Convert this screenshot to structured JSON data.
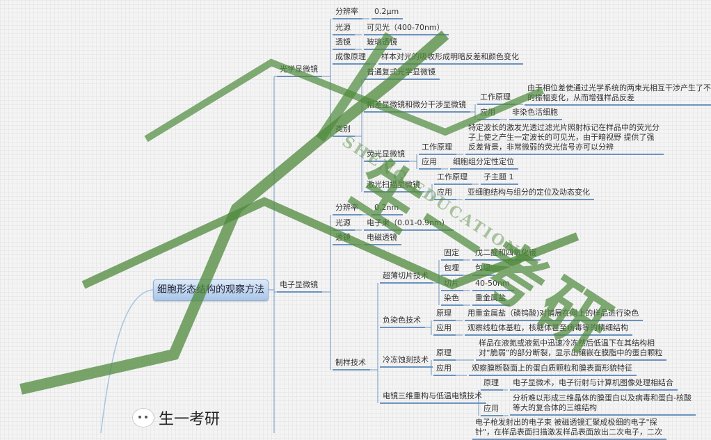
{
  "mindmap": {
    "root": "细胞形态结构的观察方法",
    "light": "光学显微镜",
    "l_res": "分辨率",
    "l_res_v": "0.2μm",
    "l_src": "光源",
    "l_src_v": "可见光（400-70nm）",
    "l_lens": "透镜",
    "l_lens_v": "玻璃透镜",
    "l_img": "成像原理",
    "l_img_v": "样本对光的吸收形成明暗反差和颜色变化",
    "l_cat": "类别",
    "l_common": "普通复式光学显微镜",
    "l_phase": "相差显微镜和微分干涉显微镜",
    "l_phase_wp": "工作原理",
    "l_phase_wp_v": "由于相位差使通过光学系统的两束光相互干涉产生了不同\n的振幅变化，从而增强样品反差",
    "l_phase_app": "应用",
    "l_phase_app_v": "非染色活细胞",
    "l_fluo": "荧光显微镜",
    "l_fluo_wp": "工作原理",
    "l_fluo_wp_v": "特定波长的激发光透过滤光片照射标记在样品中的荧光分\n子上使之产生一定波长的可见光，由于暗视野 提供了强\n反差背景，非常微弱的荧光信号亦可以分辨",
    "l_fluo_app": "应用",
    "l_fluo_app_v": "细胞组分定性定位",
    "l_laser": "激光扫描显微镜",
    "l_laser_wp": "工作原理",
    "l_laser_wp_v": "子主题 1",
    "l_laser_app": "应用",
    "l_laser_app_v": "亚细胞结构与组分的定位及动态变化",
    "em": "电子显微镜",
    "e_res": "分辨率",
    "e_res_v": "0.2nm",
    "e_src": "光源",
    "e_src_v": "电子束（0.01-0.9nm）",
    "e_lens": "透镜",
    "e_lens_v": "电磁透镜",
    "e_prep": "制样技术",
    "e_ultra": "超薄切片技术",
    "e_fix": "固定",
    "e_fix_v": "戊二醛和四氧化锇",
    "e_emb": "包埋",
    "e_emb_v": "包埋",
    "e_cut": "切片",
    "e_cut_v": "40-50nm",
    "e_stain": "染色",
    "e_stain_v": "重金属盐",
    "e_neg": "负染色技术",
    "e_neg_p": "原理",
    "e_neg_p_v": "用重金属盐（磷钨酸)对铺展在网上的样品进行染色",
    "e_neg_a": "应用",
    "e_neg_a_v": "观察线粒体基粒，核糖体甚至病毒等的精细结构",
    "e_ff": "冷冻蚀刻技术",
    "e_ff_p": "原理",
    "e_ff_p_v": "样品在液氮或液氦中迅速冷冻然后低温下在其结构相\n对“脆弱”的部分断裂，显示出镶嵌在膜脂中的蛋白颗粒",
    "e_ff_a": "应用",
    "e_ff_a_v": "观察膜断裂面上的蛋白质颗粒和膜表面形貌特征",
    "e_3d": "电镜三维重构与低温电镜技术",
    "e_3d_p": "原理",
    "e_3d_p_v": "电子显微术，电子衍射与计算机图像处理相结合",
    "e_3d_a": "应用",
    "e_3d_a_v": "分析难以形成三维晶体的膜蛋白以及病毒和蛋白-核酸\n等大的复合体的三维结构",
    "e_sem_v": "电子枪发射出的电子束 被磁透镜汇聚成极细的电子\"探\n针\"，在样品表面扫描激发样品表面放出二次电子，二次"
  },
  "watermark": {
    "cn": "生一考研",
    "en": "SHENG EDUCATION",
    "wechat": "生一考研"
  },
  "colors": {
    "link": "#6b93bf",
    "watermark": "#4f8a3c"
  }
}
